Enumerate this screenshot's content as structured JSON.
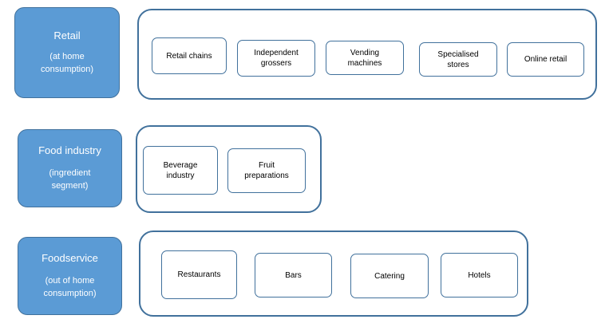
{
  "colors": {
    "category_fill": "#5b9bd5",
    "outline": "#41719c",
    "background": "#ffffff"
  },
  "rows": [
    {
      "category": {
        "title": "Retail",
        "subtitle": "(at home\nconsumption)"
      },
      "items": [
        "Retail chains",
        "Independent\ngrossers",
        "Vending\nmachines",
        "Specialised\nstores",
        "Online retail"
      ]
    },
    {
      "category": {
        "title": "Food industry",
        "subtitle": "(ingredient\nsegment)"
      },
      "items": [
        "Beverage\nindustry",
        "Fruit\npreparations"
      ]
    },
    {
      "category": {
        "title": "Foodservice",
        "subtitle": "(out of home\nconsumption)"
      },
      "items": [
        "Restaurants",
        "Bars",
        "Catering",
        "Hotels"
      ]
    }
  ]
}
